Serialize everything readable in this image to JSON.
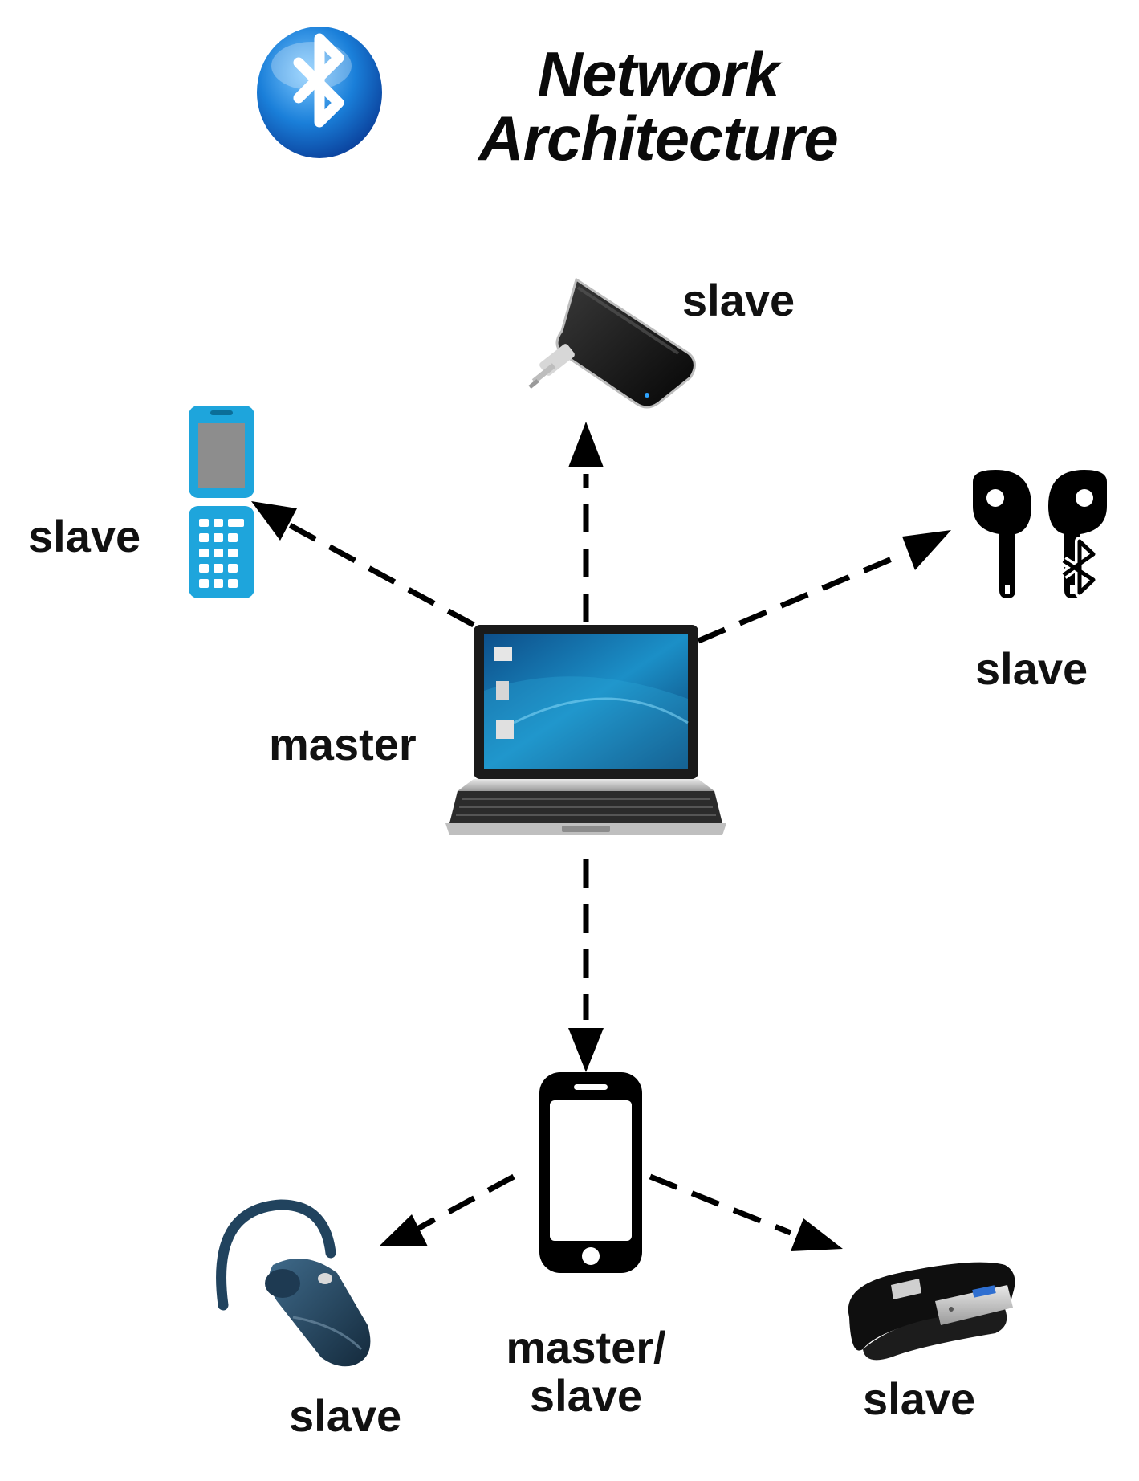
{
  "title": {
    "line1": "Network",
    "line2": "Architecture"
  },
  "icons": {
    "logo": "bluetooth-logo-icon",
    "master": "laptop-icon",
    "top": "audio-receiver-icon",
    "left": "flip-phone-icon",
    "right": "wireless-earbuds-icon",
    "bottom_center": "smartphone-icon",
    "bottom_left": "bluetooth-headset-icon",
    "bottom_right": "smart-bracelet-icon"
  },
  "labels": {
    "master": "master",
    "top": "slave",
    "left": "slave",
    "right": "slave",
    "bottom_center_line1": "master/",
    "bottom_center_line2": "slave",
    "bottom_left": "slave",
    "bottom_right": "slave"
  },
  "colors": {
    "bluetooth_blue": "#1a7fd9",
    "flip_phone": "#1ea5dc",
    "line": "#000000"
  }
}
